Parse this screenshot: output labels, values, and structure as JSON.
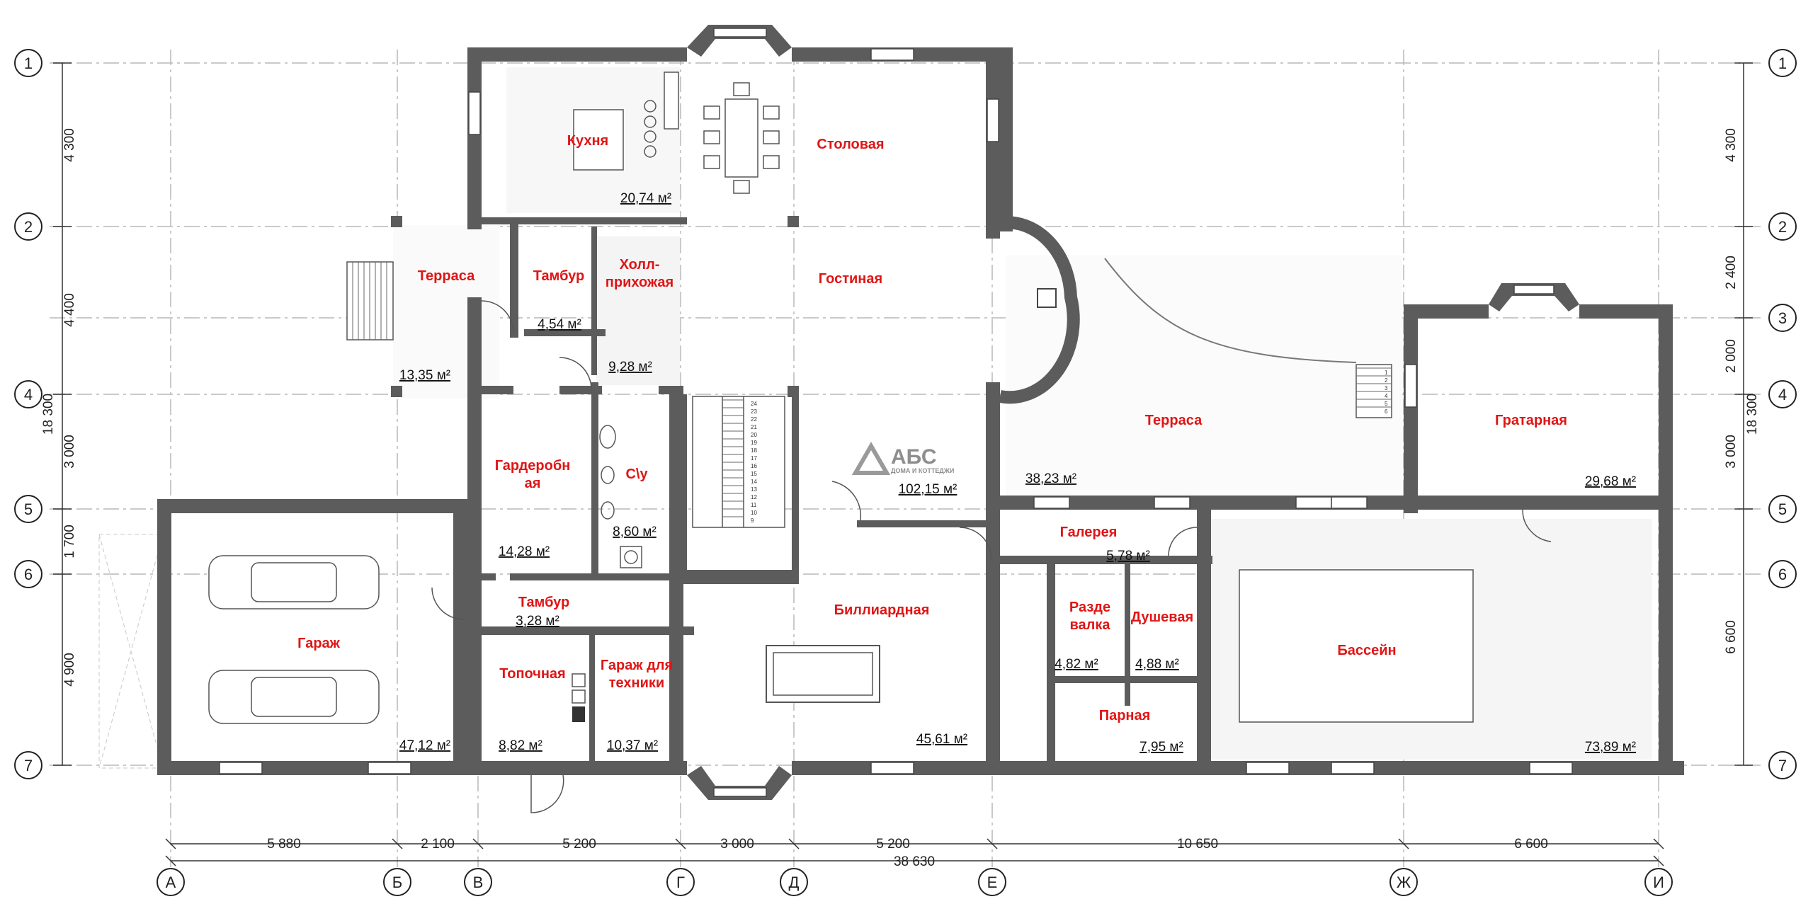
{
  "axes": {
    "rows": [
      "1",
      "2",
      "3",
      "4",
      "5",
      "6",
      "7"
    ],
    "cols": [
      "А",
      "Б",
      "В",
      "Г",
      "Д",
      "Е",
      "Ж",
      "И"
    ]
  },
  "dimensions": {
    "left": [
      "4 300",
      "4 400",
      "3 000",
      "1 700",
      "4 900"
    ],
    "left_total": "18 300",
    "right": [
      "4 300",
      "2 400",
      "2 000",
      "3 000",
      "6 600"
    ],
    "right_total": "18 300",
    "bottom": [
      "5 880",
      "2 100",
      "5 200",
      "3 000",
      "5 200",
      "10 650",
      "6 600"
    ],
    "bottom_total": "38 630"
  },
  "logo": {
    "name": "АБС",
    "tagline": "ДОМА И КОТТЕДЖИ"
  },
  "rooms": {
    "kitchen": {
      "name": "Кухня",
      "area": "20,74 м²"
    },
    "dining": {
      "name": "Столовая"
    },
    "terrace_left": {
      "name": "Терраса",
      "area": "13,35 м²"
    },
    "tambur_top": {
      "name": "Тамбур",
      "area": "4,54 м²"
    },
    "hall": {
      "name_line1": "Холл-",
      "name_line2": "прихожая",
      "area": "9,28 м²"
    },
    "living": {
      "name": "Гостиная",
      "area": "102,15 м²"
    },
    "wardrobe": {
      "name_line1": "Гардеробн",
      "name_line2": "ая",
      "area": "14,28 м²"
    },
    "wc": {
      "name": "С\\у",
      "area": "8,60 м²"
    },
    "tambur_bottom": {
      "name": "Тамбур",
      "area": "3,28 м²"
    },
    "garage": {
      "name": "Гараж",
      "area": "47,12 м²"
    },
    "boiler": {
      "name": "Топочная",
      "area": "8,82 м²"
    },
    "garage_tech": {
      "name_line1": "Гараж для",
      "name_line2": "техники",
      "area": "10,37 м²"
    },
    "billiard": {
      "name": "Биллиардная",
      "area": "45,61 м²"
    },
    "terrace_right": {
      "name": "Терраса",
      "area": "38,23 м²"
    },
    "grill": {
      "name": "Гратарная",
      "area": "29,68 м²"
    },
    "gallery": {
      "name": "Галерея",
      "area": "5,78 м²"
    },
    "changing": {
      "name_line1": "Разде",
      "name_line2": "валка",
      "area": "4,82 м²"
    },
    "shower": {
      "name": "Душевая",
      "area": "4,88 м²"
    },
    "sauna": {
      "name": "Парная",
      "area": "7,95 м²"
    },
    "pool": {
      "name": "Бассейн",
      "area": "73,89 м²"
    }
  },
  "stair_numbers": [
    "24",
    "23",
    "22",
    "21",
    "20",
    "19",
    "18",
    "17",
    "16",
    "15",
    "14",
    "13",
    "12",
    "11",
    "10",
    "9"
  ],
  "stair_numbers_right": [
    "1",
    "2",
    "3",
    "4",
    "5",
    "6"
  ],
  "colors": {
    "wall": "#5c5c5c",
    "room_label": "#e01515",
    "grid": "#b8b8b8"
  }
}
